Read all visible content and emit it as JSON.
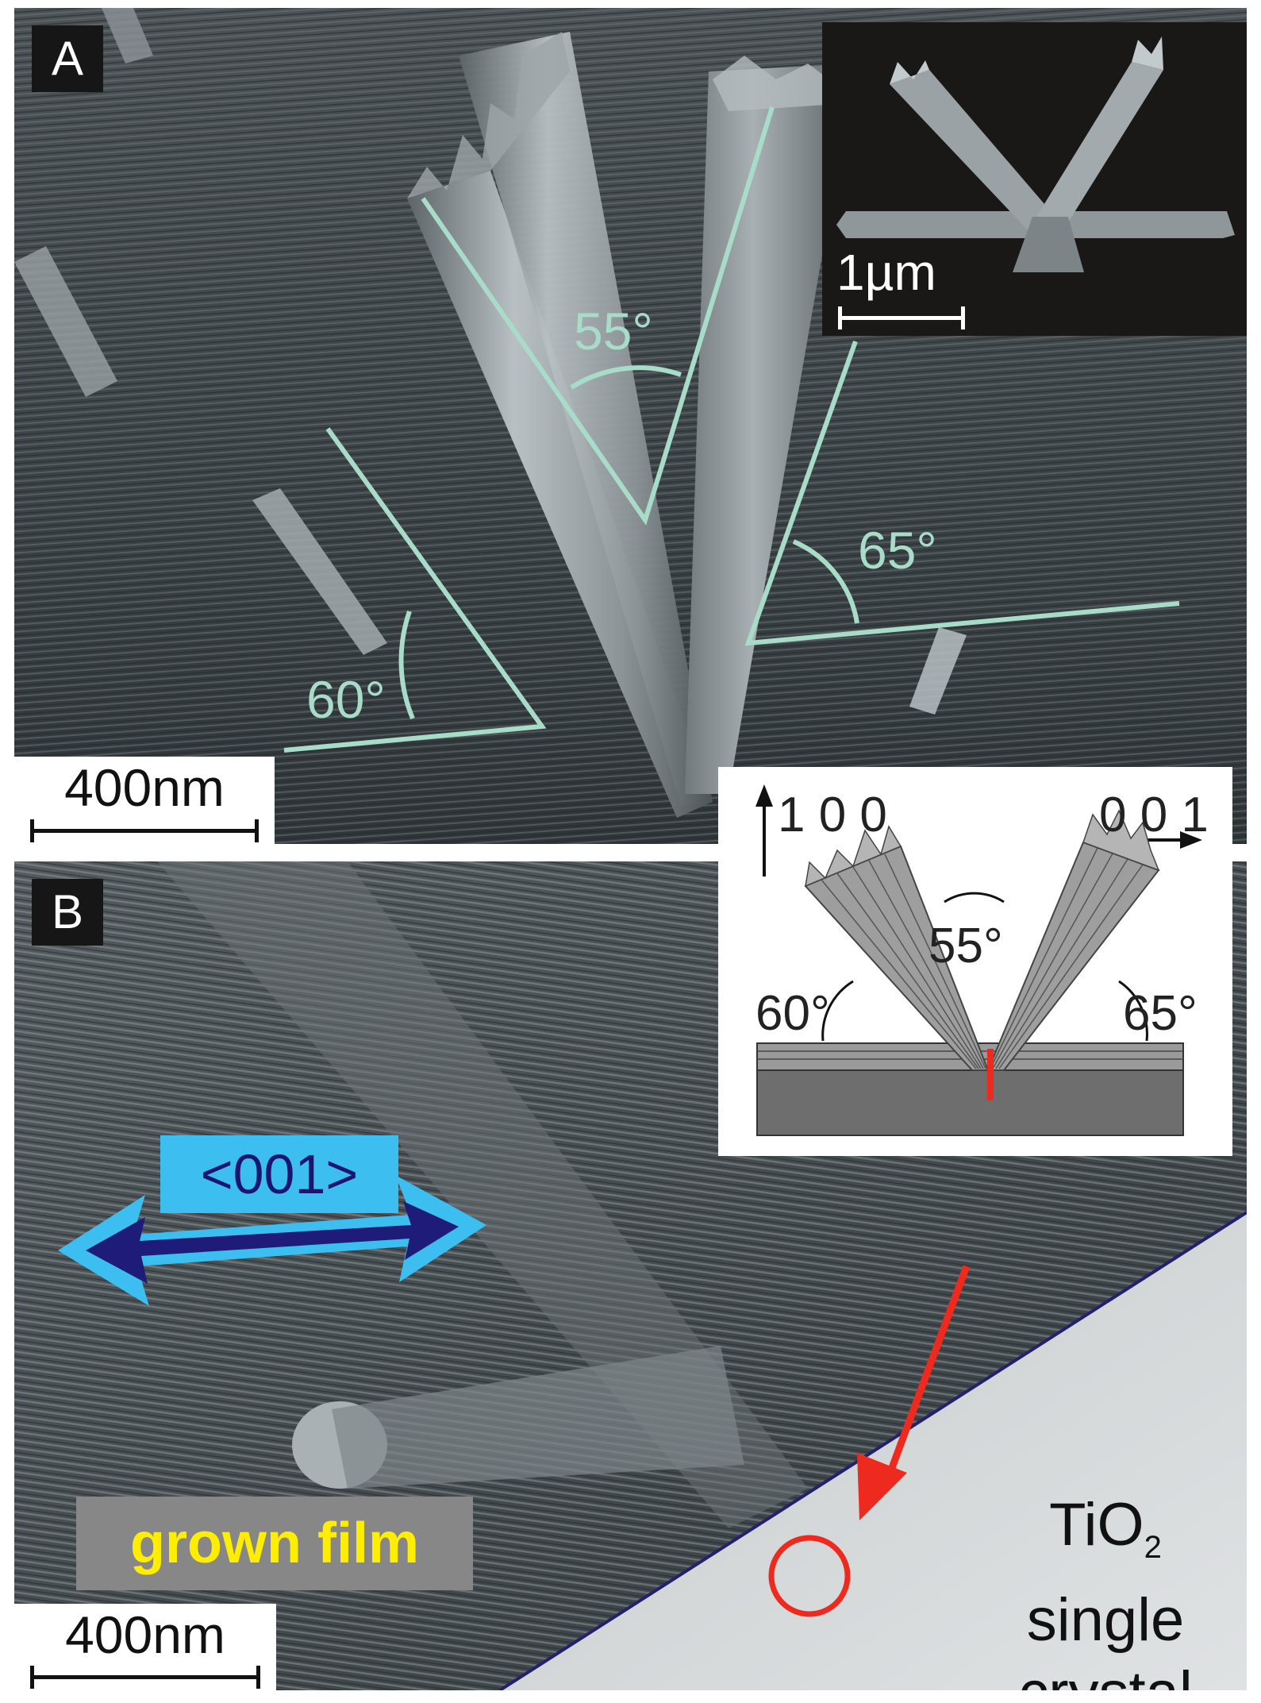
{
  "panel_a": {
    "label": "A",
    "angle_top": "55°",
    "angle_right": "65°",
    "angle_left": "60°",
    "scale_bar": "400nm",
    "inset_scale_bar": "1µm"
  },
  "panel_b": {
    "label": "B",
    "direction_label": "<001>",
    "film_label": "grown film",
    "substrate_line1_main": "TiO",
    "substrate_line1_sub": "2",
    "substrate_line2": "single",
    "substrate_line3": "crystal",
    "scale_bar": "400nm"
  },
  "schematic": {
    "axis_vertical": "1 0 0",
    "axis_horizontal": "0 0 1",
    "angle_top": "55°",
    "angle_left": "60°",
    "angle_right": "65°"
  },
  "colors": {
    "angle_lines": "#a8dcc9",
    "direction_tag": "#3cbff0",
    "direction_arrow_dark": "#1e1c78",
    "film_label_text": "#ffee00",
    "marker_red": "#ee2a1e",
    "interface_line": "#24206e"
  }
}
